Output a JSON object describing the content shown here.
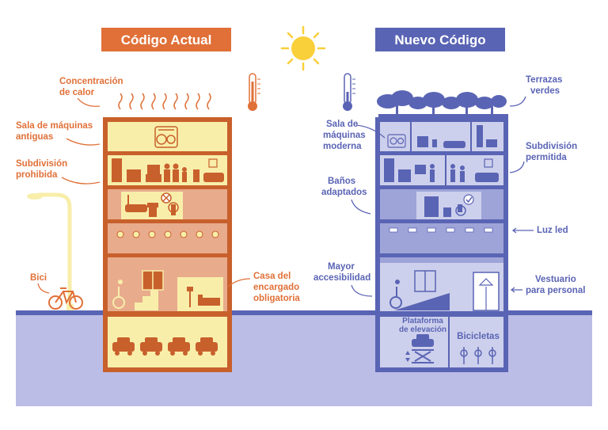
{
  "titles": {
    "left": "Código Actual",
    "right": "Nuevo Código"
  },
  "left_labels": {
    "heat": [
      "Concentración",
      "de calor"
    ],
    "machines": [
      "Sala de máquinas",
      "antiguas"
    ],
    "subdivision": [
      "Subdivisión",
      "prohibida"
    ],
    "bike": "Bici",
    "house": [
      "Casa del",
      "encargado",
      "obligatoria"
    ]
  },
  "right_labels": {
    "terraces": [
      "Terrazas",
      "verdes"
    ],
    "machines": [
      "Sala de",
      "máquinas",
      "moderna"
    ],
    "subdivision": [
      "Subdivisión",
      "permitida"
    ],
    "baths": [
      "Baños",
      "adaptados"
    ],
    "led": "Luz led",
    "access": [
      "Mayor",
      "accesibilidad"
    ],
    "locker": [
      "Vestuario",
      "para personal"
    ],
    "platform": [
      "Plataforma",
      "de elevación"
    ],
    "bicycles": "Bicicletas"
  },
  "colors": {
    "orange": "#e07038",
    "orange_dark": "#c8602c",
    "yellow": "#f8eeaa",
    "peach": "#e8ab8c",
    "blue": "#5a64b4",
    "blue_light": "#cdd0ec",
    "blue_mid": "#9ea4d8",
    "ground": "#bbbde6",
    "sun": "#f9cf3a"
  }
}
